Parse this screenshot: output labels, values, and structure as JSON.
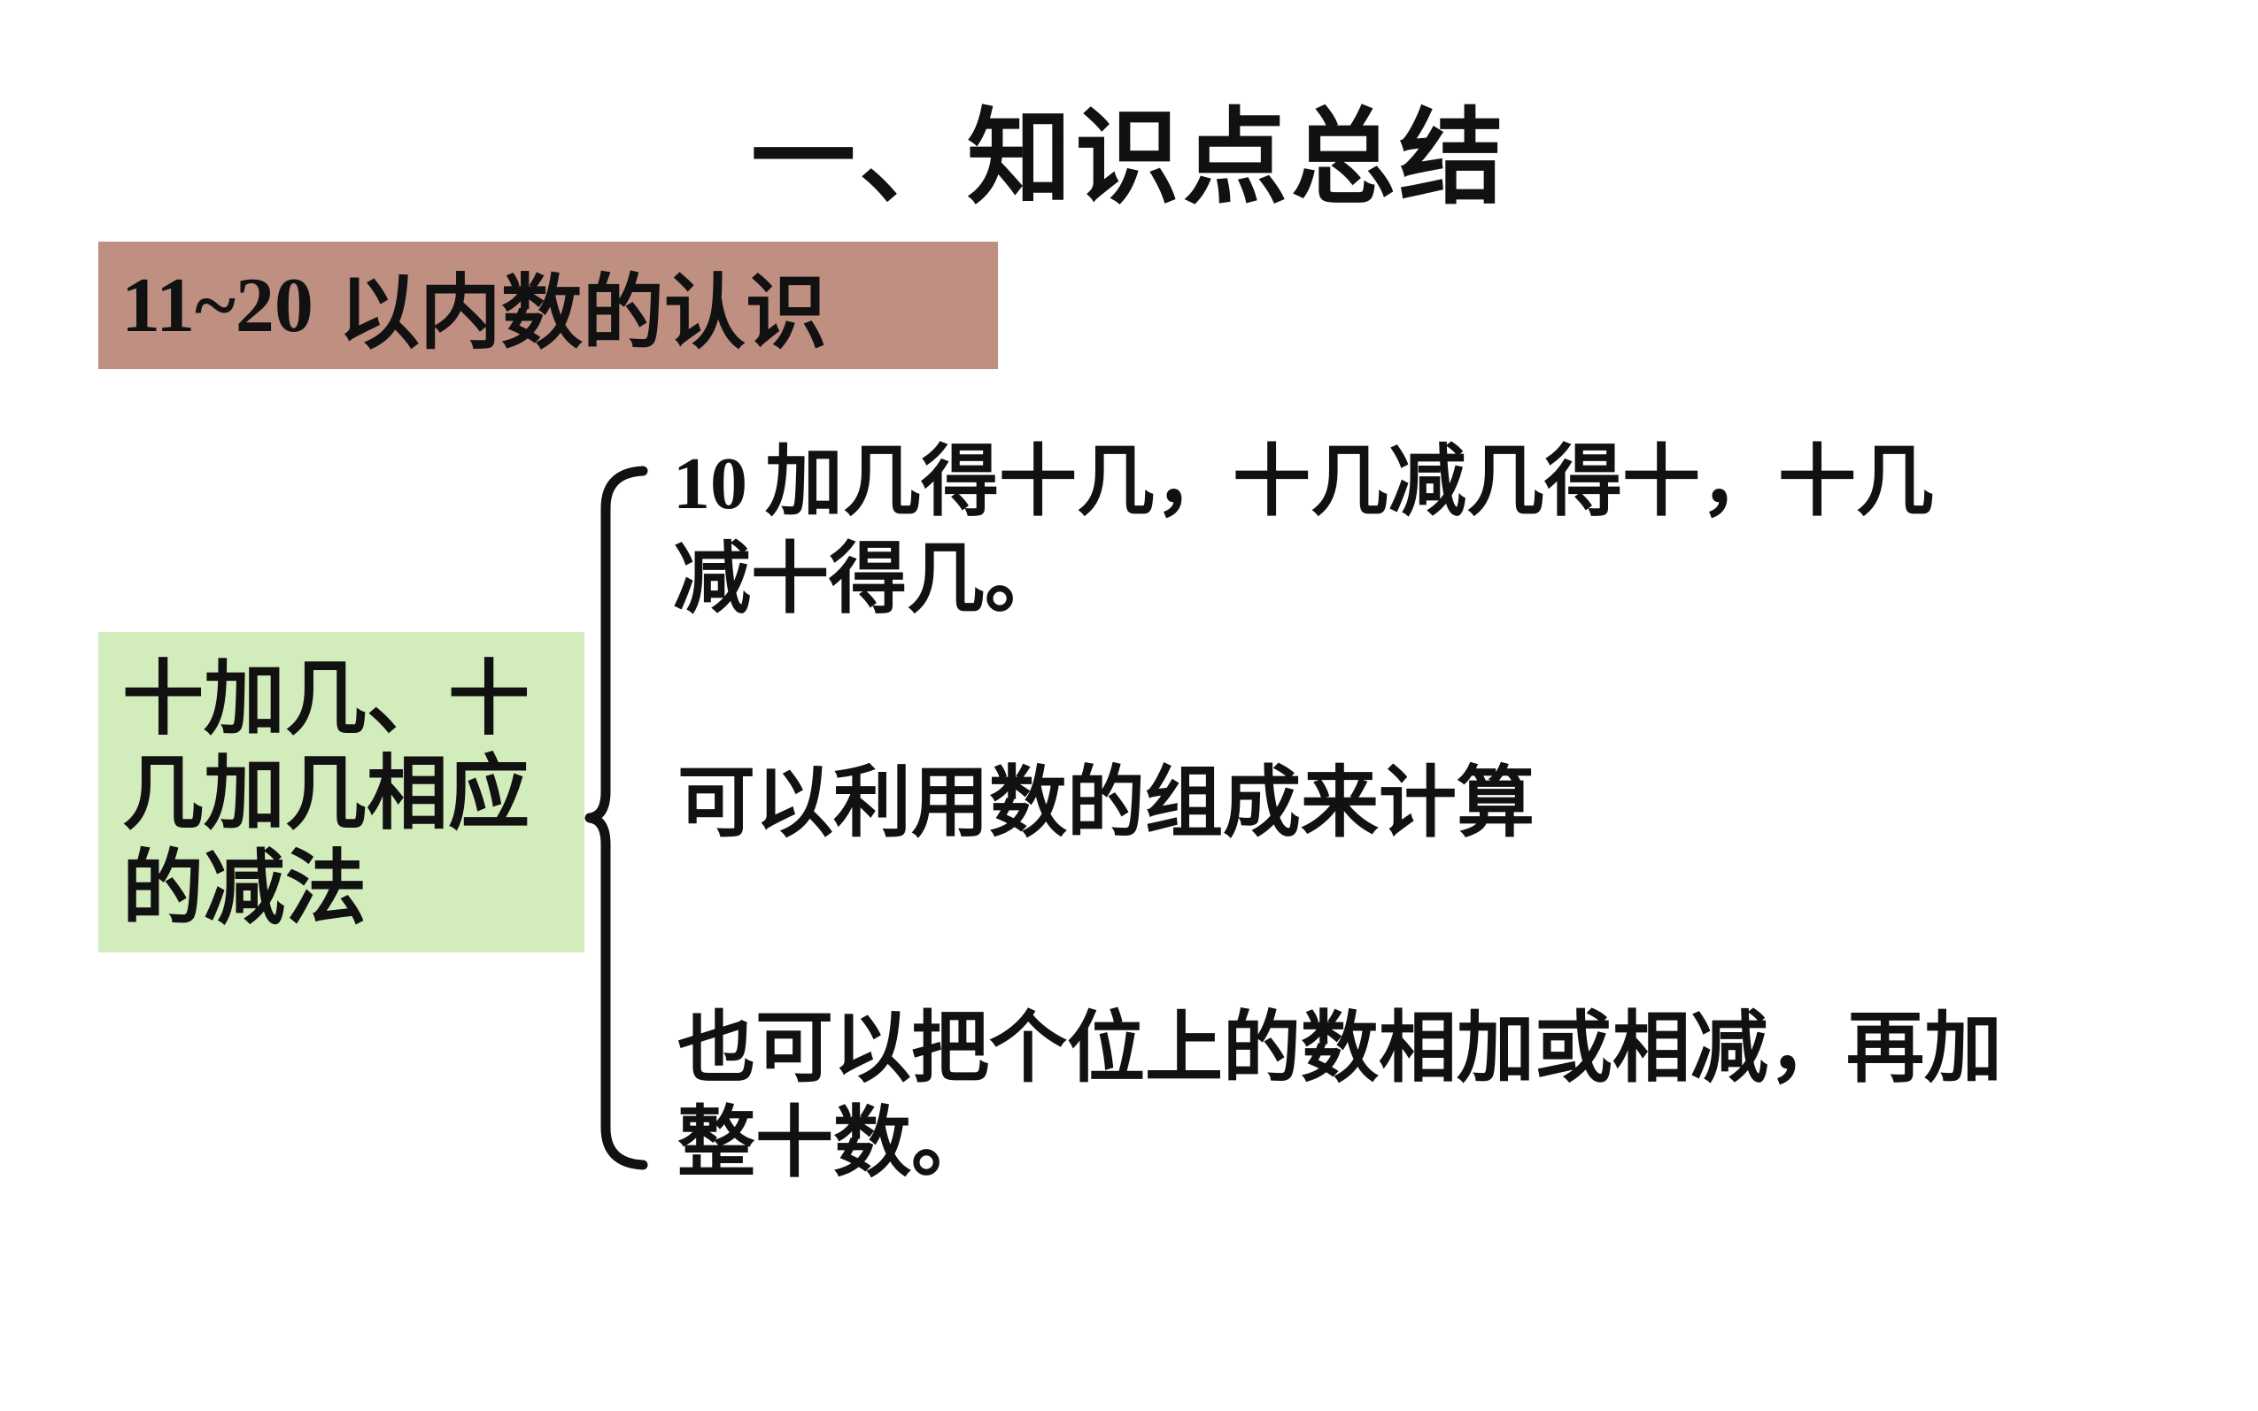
{
  "title": "一、知识点总结",
  "section": {
    "range": "11~20",
    "label": "以内数的认识"
  },
  "topic": {
    "lines": [
      "十加几、十",
      "几加几相应",
      "的减法"
    ]
  },
  "points": [
    {
      "number": "10",
      "line1_rest": "加几得十几，十几减几得十，十几",
      "line2": "减十得几。"
    },
    {
      "line1": "可以利用数的组成来计算"
    },
    {
      "line1": "也可以把个位上的数相加或相减，再加",
      "line2": "整十数。"
    }
  ],
  "colors": {
    "section_bg": "#bf8f81",
    "topic_bg": "#d3ecbc",
    "text": "#111111"
  }
}
